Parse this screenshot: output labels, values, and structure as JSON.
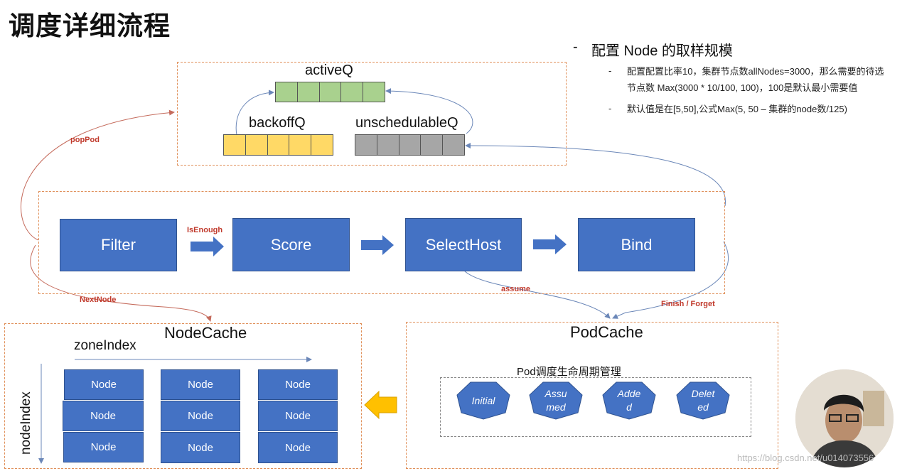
{
  "title": "调度详细流程",
  "queues": {
    "active": {
      "label": "activeQ",
      "color": "#a9d18e",
      "cells": 5
    },
    "backoff": {
      "label": "backoffQ",
      "color": "#ffd966",
      "cells": 5
    },
    "unschedulable": {
      "label": "unschedulableQ",
      "color": "#a6a6a6",
      "cells": 5
    }
  },
  "stages": [
    "Filter",
    "Score",
    "SelectHost",
    "Bind"
  ],
  "edge_labels": {
    "pop_pod": "popPod",
    "is_enough": "IsEnough",
    "next_node": "NextNode",
    "assume": "assume",
    "finish_forget": "Finish / Forget"
  },
  "node_cache": {
    "title": "NodeCache",
    "zone_index": "zoneIndex",
    "node_index": "nodeIndex",
    "node_label": "Node",
    "rows": 3,
    "cols": 3
  },
  "pod_cache": {
    "title": "PodCache",
    "lifecycle_title": "Pod调度生命周期管理",
    "states": [
      "Initial",
      "Assu\nmed",
      "Adde\nd",
      "Delet\ned"
    ]
  },
  "notes": {
    "heading": "配置 Node 的取样规模",
    "items": [
      "配置配置比率10，集群节点数allNodes=3000，那么需要的待选\n节点数 Max(3000 * 10/100, 100)，100是默认最小需要值",
      "默认值是在[5,50],公式Max(5, 50 – 集群的node数/125)"
    ]
  },
  "colors": {
    "stage_blue": "#4472c4",
    "dash_orange": "#e0905a",
    "arrow_blue": "#4472c4",
    "arrow_gold": "#ffc000",
    "label_red": "#c0392b"
  },
  "watermark": "https://blog.csdn.net/u014073556"
}
